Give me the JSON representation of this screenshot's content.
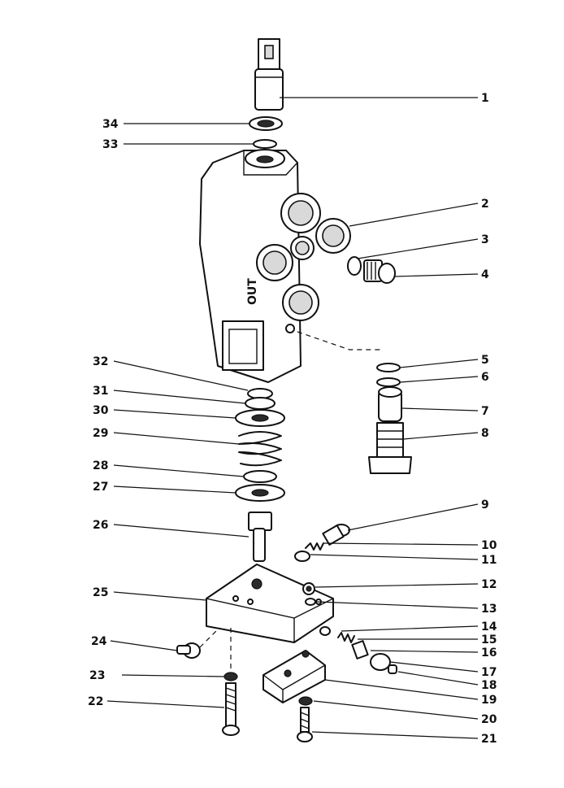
{
  "diagram": {
    "type": "exploded-parts-view",
    "callout_numbers": [
      "1",
      "2",
      "3",
      "4",
      "5",
      "6",
      "7",
      "8",
      "9",
      "10",
      "11",
      "12",
      "13",
      "14",
      "15",
      "16",
      "17",
      "18",
      "19",
      "20",
      "21",
      "22",
      "23",
      "24",
      "25",
      "26",
      "27",
      "28",
      "29",
      "30",
      "31",
      "32",
      "33",
      "34"
    ],
    "body_marking": "OUT"
  }
}
